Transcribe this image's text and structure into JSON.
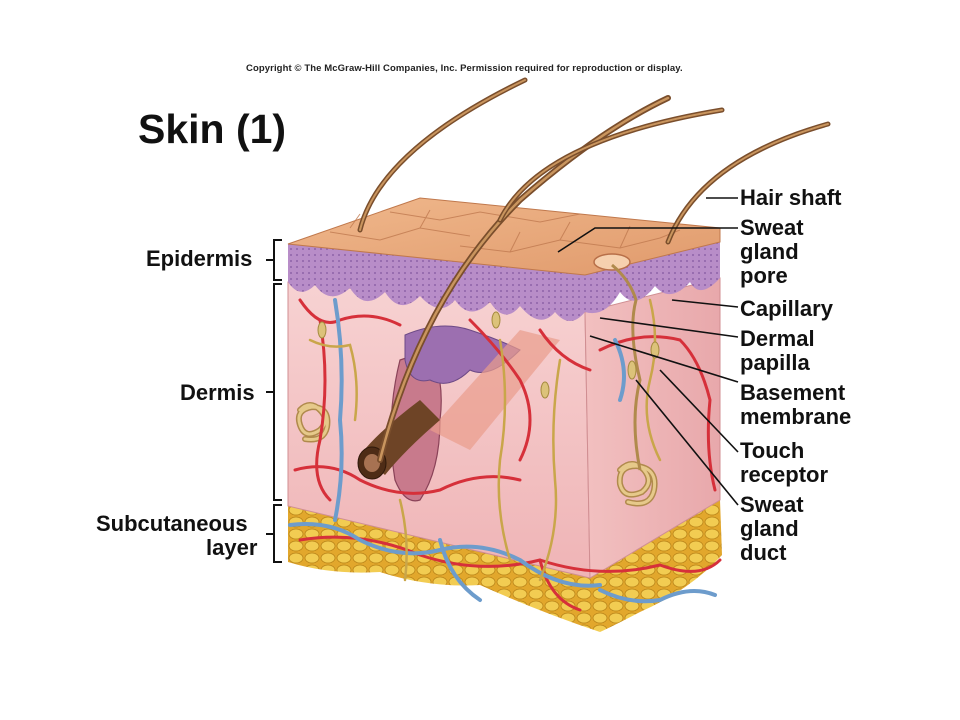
{
  "header": {
    "copyright": "Copyright © The McGraw-Hill Companies, Inc. Permission required for reproduction or display.",
    "title": "Skin (1)"
  },
  "left_labels": {
    "epidermis": "Epidermis",
    "dermis": "Dermis",
    "subcutaneous_line1": "Subcutaneous",
    "subcutaneous_line2": "layer"
  },
  "right_labels": {
    "hair_shaft": "Hair shaft",
    "sweat_gland_pore": [
      "Sweat",
      "gland",
      "pore"
    ],
    "capillary": "Capillary",
    "dermal_papilla": [
      "Dermal",
      "papilla"
    ],
    "basement_membrane": [
      "Basement",
      "membrane"
    ],
    "touch_receptor": [
      "Touch",
      "receptor"
    ],
    "sweat_gland_duct": [
      "Sweat",
      "gland",
      "duct"
    ]
  },
  "colors": {
    "skin_surface": "#e8a77a",
    "epidermis": "#b48ac4",
    "dermis": "#f5c6c6",
    "fat": "#e9b93a",
    "artery": "#d6303a",
    "vein": "#6d9ccc",
    "nerve": "#c9a64a",
    "hair": "#9c6b3e"
  }
}
